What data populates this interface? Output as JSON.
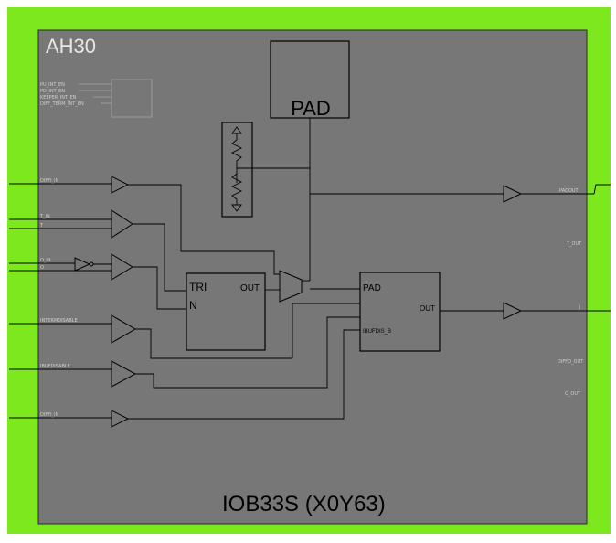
{
  "colors": {
    "frame": "#7ee81f",
    "block": "#777777",
    "wire": "#000000",
    "faint_text": "#cfcfcf"
  },
  "block": {
    "site_name": "AH30",
    "instance_name": "IOB33S (X0Y63)"
  },
  "pad": {
    "label": "PAD"
  },
  "tri_box": {
    "pin_tri": "TRI",
    "pin_in": "N",
    "pin_out": "OUT"
  },
  "pad_box": {
    "pin_pad": "PAD",
    "pin_out": "OUT",
    "pin_ibufdisable": "IBUFDIS_B"
  },
  "config_lines": [
    "PU_INT_EN",
    "PD_INT_EN",
    "KEEPER_INT_EN",
    "DIFF_TERM_INT_EN"
  ],
  "left_pins": [
    "DIFFI_IN",
    "T_IN",
    "T",
    "O_IN",
    "O",
    "INTERMDISABLE",
    "IBUFDISABLE",
    "DIFFI_IN"
  ],
  "right_pins": [
    "PADOUT",
    "T_OUT",
    "I",
    "DIFFO_OUT",
    "O_OUT"
  ],
  "icons": [
    "resistor-icon",
    "buffer-icon",
    "mux-icon"
  ]
}
